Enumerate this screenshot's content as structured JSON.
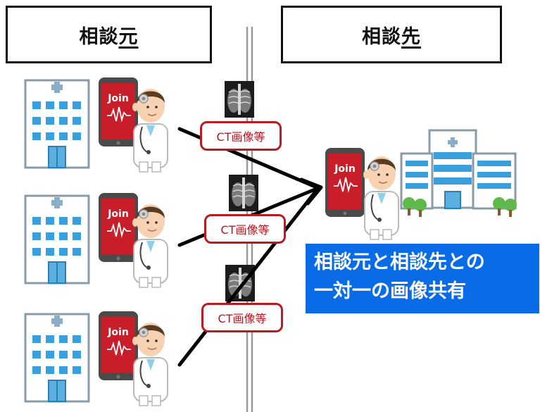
{
  "source": {
    "head": "相談",
    "tail": "元"
  },
  "destination": {
    "head": "相談",
    "tail": "先"
  },
  "image_label": "CT画像等",
  "phone_label": "Join",
  "caption": {
    "line1": "相談元と相談先との",
    "line2": "一対一の画像共有"
  },
  "colors": {
    "label_red": "#c0121c",
    "caption_blue": "#0a6be6",
    "phone_red": "#c81e2a"
  }
}
